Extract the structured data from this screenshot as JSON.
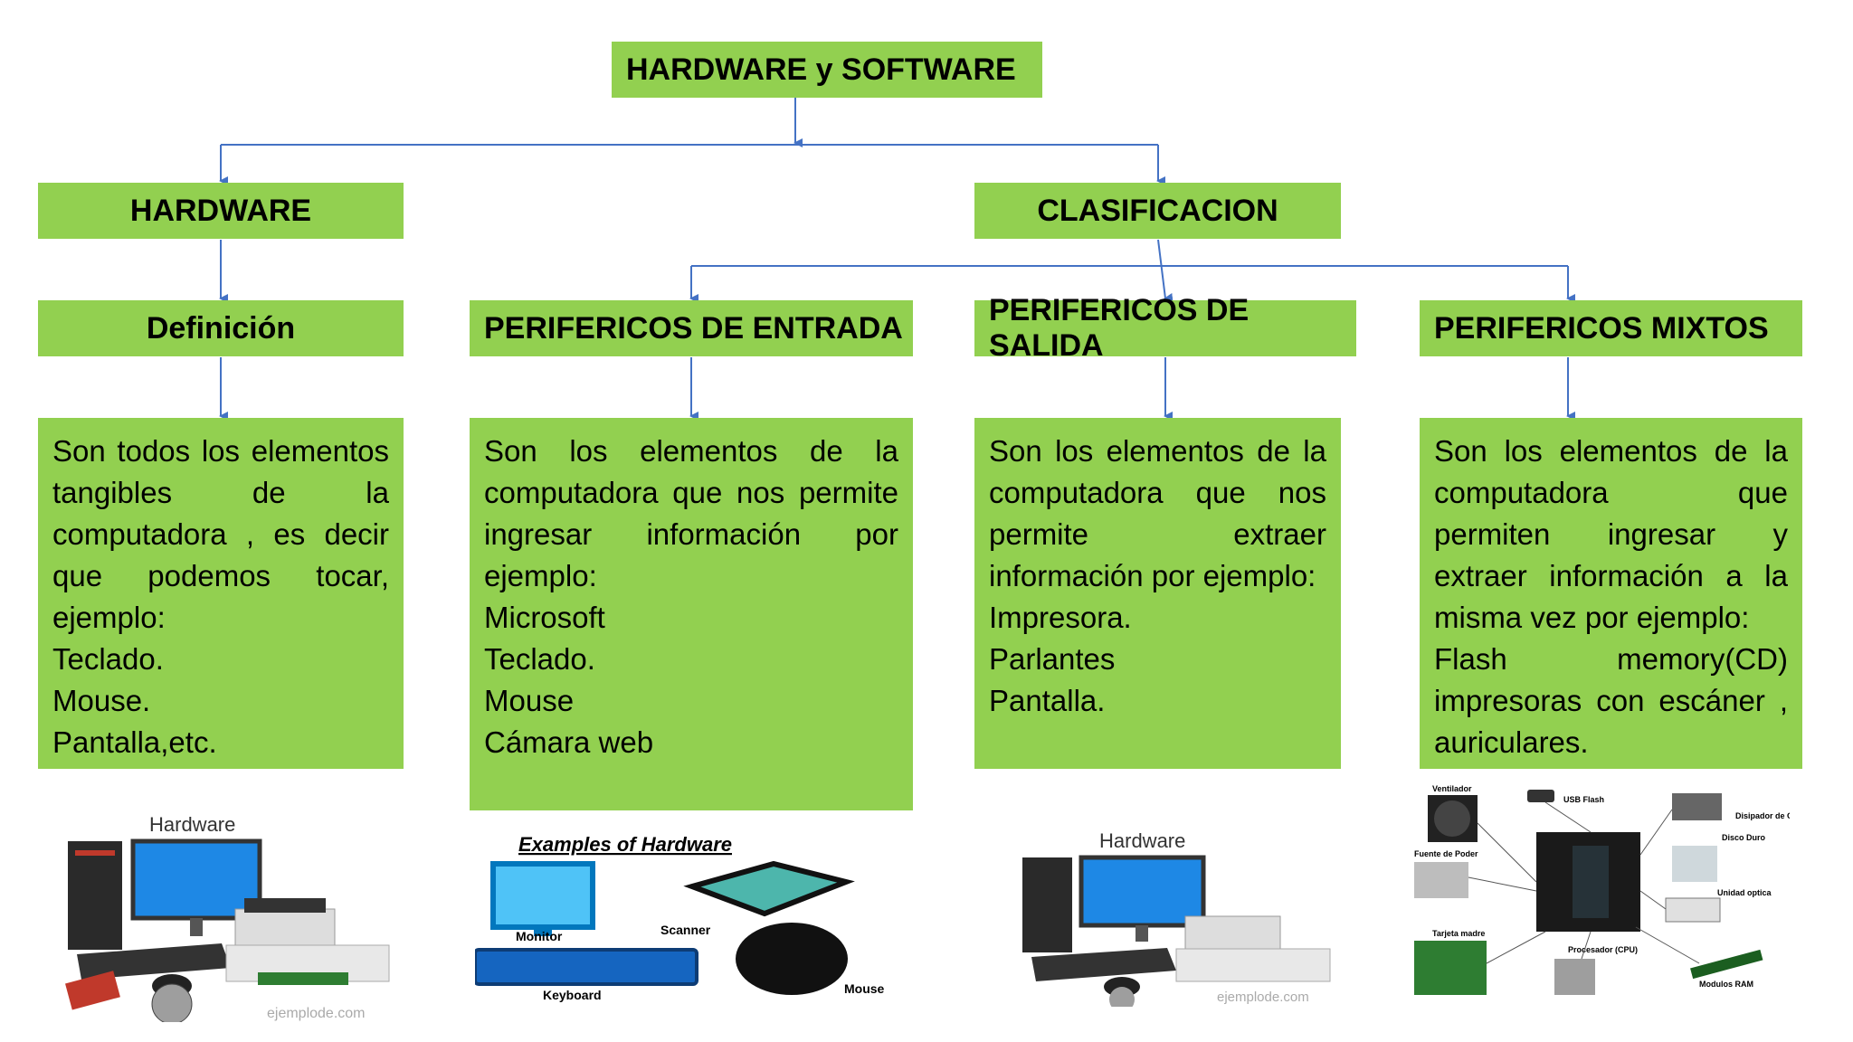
{
  "root": {
    "title": "HARDWARE y SOFTWARE"
  },
  "hardware": {
    "title": "HARDWARE"
  },
  "clasificacion": {
    "title": "CLASIFICACION"
  },
  "definicion": {
    "title": "Definición",
    "text": " Son todos los elementos tangibles de la computadora , es decir que podemos tocar, ejemplo:",
    "items": [
      "Teclado.",
      "Mouse.",
      "Pantalla,etc."
    ]
  },
  "entrada": {
    "title": "PERIFERICOS DE ENTRADA",
    "text": "Son los elementos de la computadora que nos permite ingresar información por ejemplo:",
    "items": [
      "Microsoft",
      "Teclado.",
      "Mouse",
      "Cámara web"
    ]
  },
  "salida": {
    "title": "PERIFERICOS DE SALIDA",
    "text": "Son los elementos de la computadora que nos permite extraer información por ejemplo:",
    "items": [
      "Impresora.",
      "Parlantes",
      "Pantalla."
    ]
  },
  "mixtos": {
    "title": "PERIFERICOS MIXTOS",
    "text": "Son los elementos de la computadora que permiten ingresar y extraer información a la misma vez por ejemplo:",
    "items": [
      "Flash memory(CD) impresoras con escáner , auriculares."
    ]
  },
  "images": {
    "hardware1": {
      "title": "Hardware",
      "credit": "ejemplode.com"
    },
    "examples": {
      "title": "Examples of Hardware",
      "labels": [
        "Monitor",
        "Scanner",
        "Keyboard",
        "Mouse"
      ]
    },
    "hardware2": {
      "title": "Hardware",
      "credit": "ejemplode.com"
    },
    "components": {
      "labels": [
        "Ventilador",
        "USB Flash",
        "Disipador de Calor",
        "Fuente de Poder",
        "Disco Duro",
        "Unidad optica",
        "Tarjeta madre",
        "Procesador (CPU)",
        "Modulos RAM"
      ]
    }
  },
  "colors": {
    "box": "#92d050",
    "connector": "#4472c4"
  }
}
